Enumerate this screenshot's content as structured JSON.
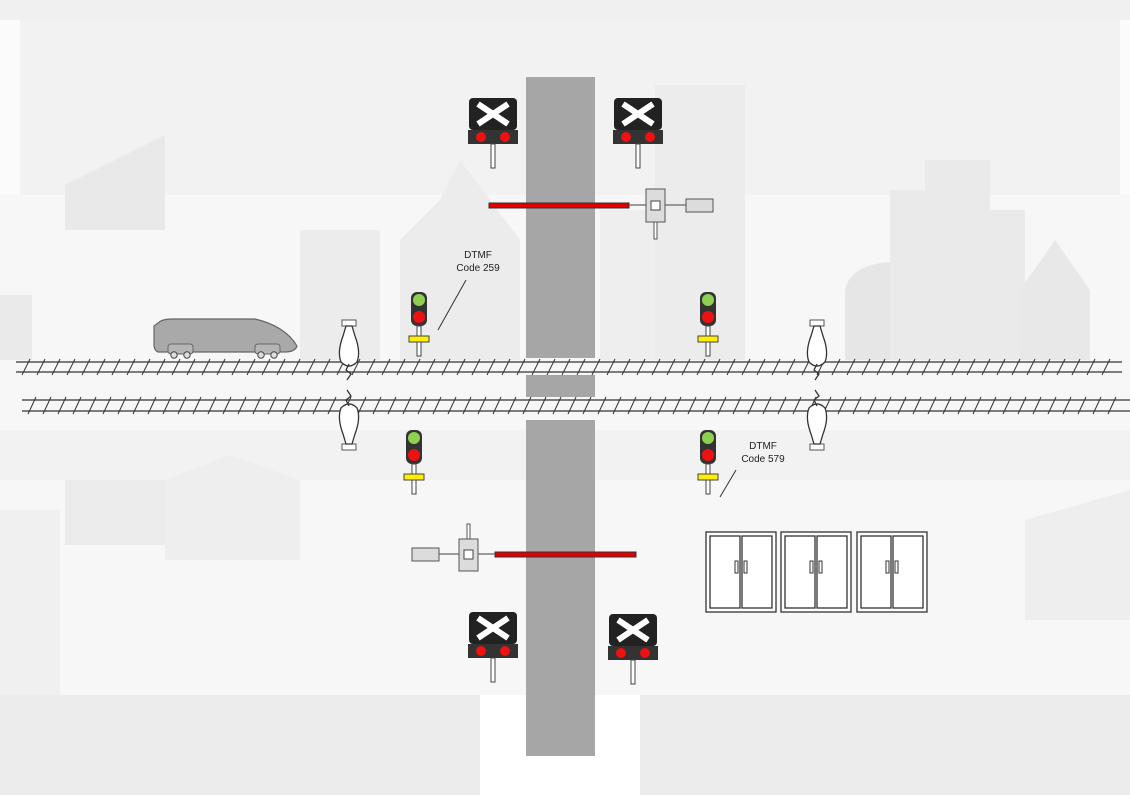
{
  "diagram": {
    "type": "railway-level-crossing",
    "colors": {
      "background": "#f2f2f2",
      "road": "#a6a6a6",
      "rail": "#333333",
      "barrier_arm": "#e00000",
      "signal_green": "#8fd14f",
      "signal_red": "#ee1111",
      "marker_yellow": "#ffee00",
      "sign_body": "#222222"
    },
    "annotations": {
      "dtmf_upper": {
        "line1": "DTMF",
        "line2": "Code 259"
      },
      "dtmf_lower": {
        "line1": "DTMF",
        "line2": "Code 579"
      }
    },
    "icons": {
      "train": "high-speed-train-icon",
      "crossing_sign": "crossbuck-warning-light-icon",
      "barrier": "crossing-barrier-gate-icon",
      "signal": "traffic-signal-icon",
      "treadle": "track-treadle-sensor-icon",
      "cabinet": "equipment-cabinet-icon"
    },
    "counts": {
      "crossing_signs": 4,
      "barriers": 2,
      "signals": 4,
      "treadles": 4,
      "cabinets": 3,
      "tracks": 2
    }
  }
}
